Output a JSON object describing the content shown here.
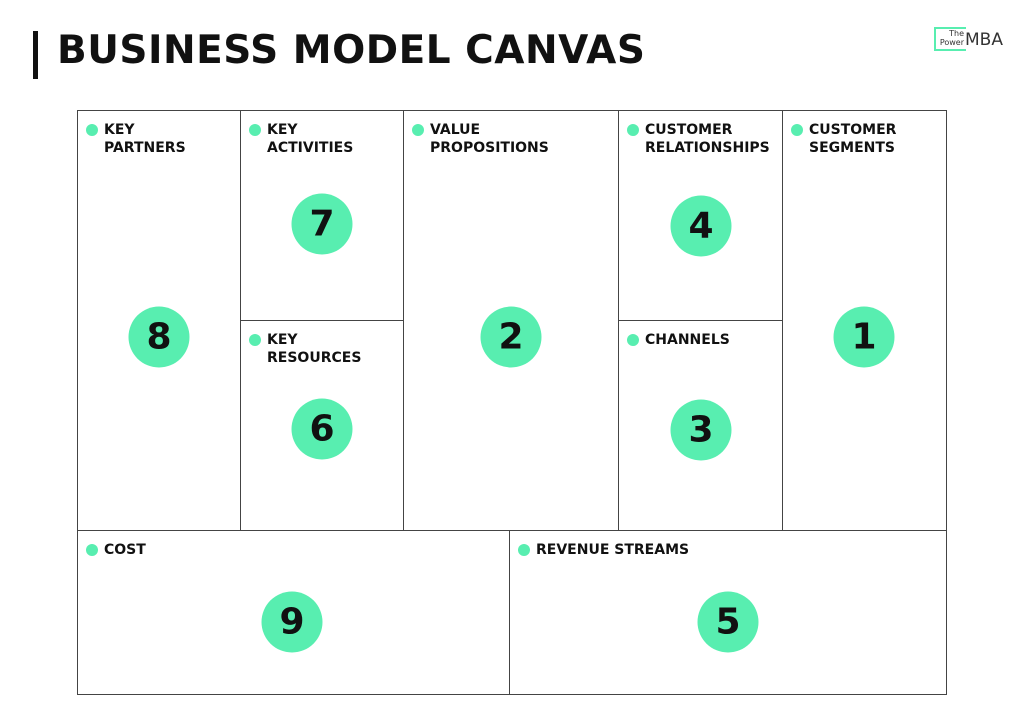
{
  "title": "BUSINESS MODEL CANVAS",
  "logo": {
    "small": "The\nPower",
    "big": "MBA"
  },
  "accent_color": "#58eeb0",
  "blocks": {
    "key_partners": {
      "label": "KEY\nPARTNERS",
      "number": "8"
    },
    "key_activities": {
      "label": "KEY\nACTIVITIES",
      "number": "7"
    },
    "key_resources": {
      "label": "KEY\nRESOURCES",
      "number": "6"
    },
    "value_propositions": {
      "label": "VALUE\nPROPOSITIONS",
      "number": "2"
    },
    "customer_relationships": {
      "label": "CUSTOMER\nRELATIONSHIPS",
      "number": "4"
    },
    "channels": {
      "label": "CHANNELS",
      "number": "3"
    },
    "customer_segments": {
      "label": "CUSTOMER\nSEGMENTS",
      "number": "1"
    },
    "cost": {
      "label": "COST",
      "number": "9"
    },
    "revenue_streams": {
      "label": "REVENUE STREAMS",
      "number": "5"
    }
  }
}
